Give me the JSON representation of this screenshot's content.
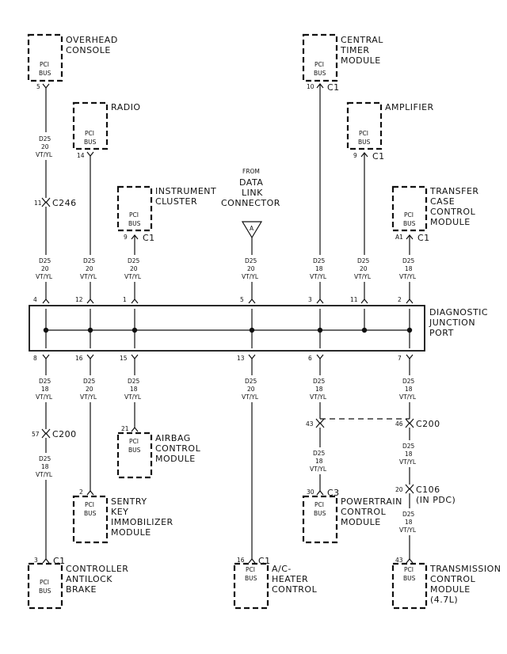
{
  "modules": {
    "overhead_console": {
      "lines": [
        "OVERHEAD",
        "CONSOLE"
      ],
      "box": [
        "PCI",
        "BUS"
      ],
      "pin": "5"
    },
    "radio": {
      "lines": [
        "RADIO"
      ],
      "box": [
        "PCI",
        "BUS"
      ],
      "pin": "14"
    },
    "instrument_cluster": {
      "lines": [
        "INSTRUMENT",
        "CLUSTER"
      ],
      "box": [
        "PCI",
        "BUS"
      ],
      "pin": "9",
      "conn": "C1"
    },
    "central_timer_module": {
      "lines": [
        "CENTRAL",
        "TIMER",
        "MODULE"
      ],
      "box": [
        "PCI",
        "BUS"
      ],
      "pin": "10",
      "conn": "C1"
    },
    "amplifier": {
      "lines": [
        "AMPLIFIER"
      ],
      "box": [
        "PCI",
        "BUS"
      ],
      "pin": "9",
      "conn": "C1"
    },
    "transfer_case_control_module": {
      "lines": [
        "TRANSFER",
        "CASE",
        "CONTROL",
        "MODULE"
      ],
      "box": [
        "PCI",
        "BUS"
      ],
      "pin": "A1",
      "conn": "C1"
    },
    "airbag_control_module": {
      "lines": [
        "AIRBAG",
        "CONTROL",
        "MODULE"
      ],
      "box": [
        "PCI",
        "BUS"
      ],
      "pin": "21"
    },
    "sentry_key_immobilizer_module": {
      "lines": [
        "SENTRY",
        "KEY",
        "IMMOBILIZER",
        "MODULE"
      ],
      "box": [
        "PCI",
        "BUS"
      ],
      "pin": "2"
    },
    "controller_antilock_brake": {
      "lines": [
        "CONTROLLER",
        "ANTILOCK",
        "BRAKE"
      ],
      "box": [
        "PCI",
        "BUS"
      ],
      "pin": "3",
      "conn": "C1"
    },
    "ac_heater_control": {
      "lines": [
        "A/C-",
        "HEATER",
        "CONTROL"
      ],
      "box": [
        "PCI",
        "BUS"
      ],
      "pin": "16",
      "conn": "C1"
    },
    "powertrain_control_module": {
      "lines": [
        "POWERTRAIN",
        "CONTROL",
        "MODULE"
      ],
      "box": [
        "PCI",
        "BUS"
      ],
      "pin": "30",
      "conn": "C3"
    },
    "transmission_control_module": {
      "lines": [
        "TRANSMISSION",
        "CONTROL",
        "MODULE",
        "(4.7L)"
      ],
      "box": [
        "PCI",
        "BUS"
      ],
      "pin": "43"
    }
  },
  "data_link_connector": {
    "from": "FROM",
    "lines": [
      "DATA",
      "LINK",
      "CONNECTOR"
    ],
    "symbol": "A"
  },
  "junction_port": {
    "lines": [
      "DIAGNOSTIC",
      "JUNCTION",
      "PORT"
    ]
  },
  "wires": [
    {
      "circuit": "D25",
      "gauge": "20",
      "color": "VT/YL"
    },
    {
      "circuit": "D25",
      "gauge": "18",
      "color": "VT/YL"
    }
  ],
  "connectors": {
    "c246": {
      "name": "C246",
      "pin": "11"
    },
    "c200_left": {
      "name": "C200",
      "pin": "57"
    },
    "c200_right": {
      "name": "C200",
      "pin": "46",
      "jumper_pin": "43"
    },
    "c106": {
      "name": "C106",
      "sub": "(IN PDC)",
      "pin": "20"
    }
  },
  "djp_top_pins": [
    "4",
    "12",
    "1",
    "5",
    "3",
    "11",
    "2"
  ],
  "djp_bottom_pins": [
    "8",
    "16",
    "15",
    "13",
    "6",
    "7"
  ]
}
